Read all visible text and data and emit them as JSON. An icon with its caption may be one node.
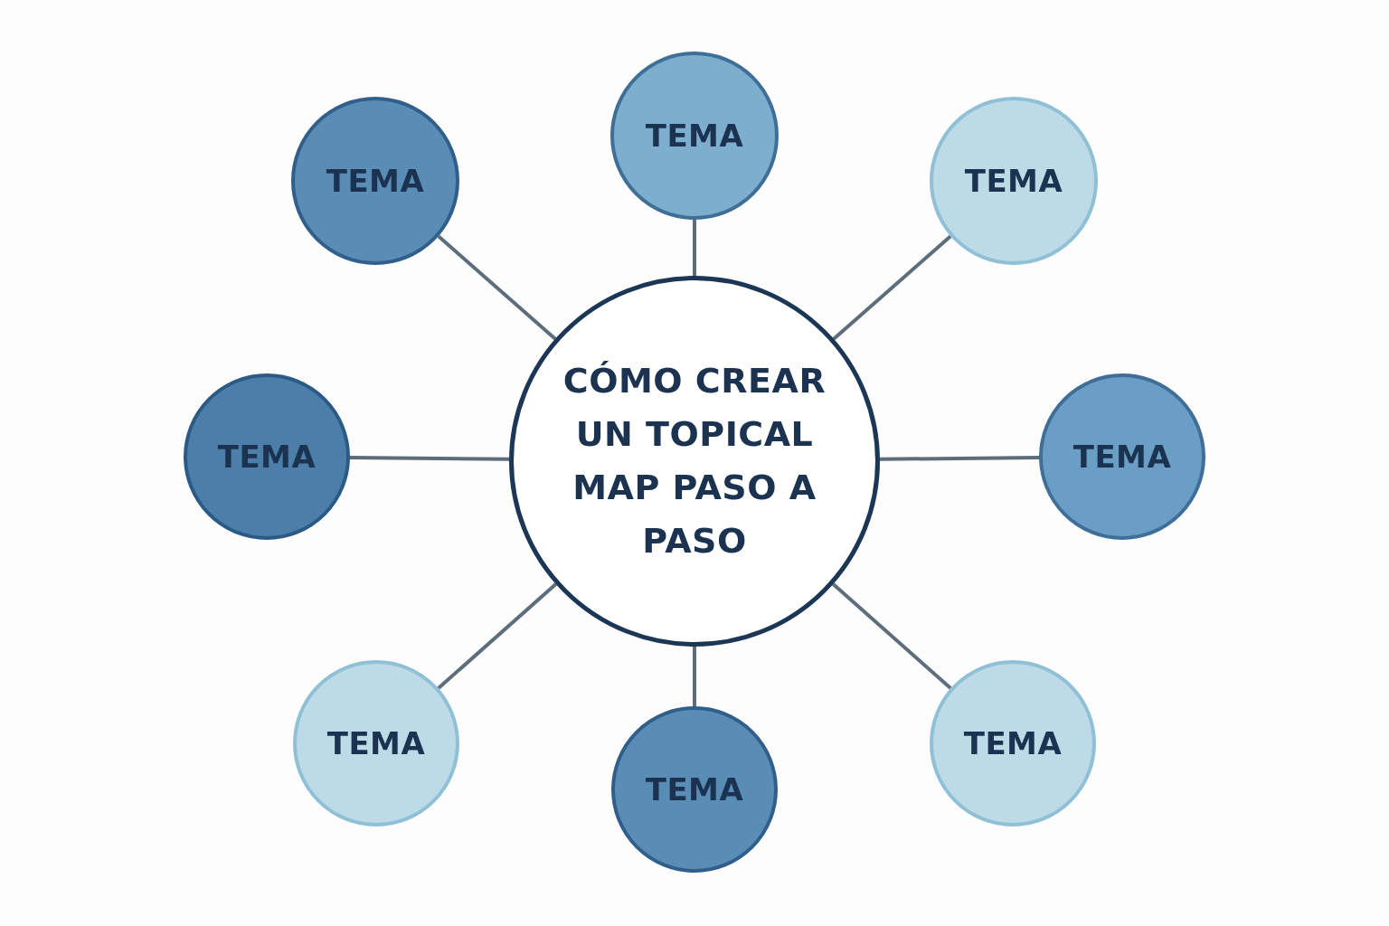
{
  "diagram": {
    "nodes": [
      {
        "text": [
          "CÓMO CREAR UN TOPICAL MAP PASO A PASO"
        ]
      },
      {
        "text": [
          "TEMA"
        ]
      },
      {
        "text": [
          "TEMA"
        ]
      },
      {
        "text": [
          "TEMA"
        ]
      },
      {
        "text": [
          "TEMA"
        ]
      },
      {
        "text": [
          "TEMA"
        ]
      },
      {
        "text": [
          "TEMA"
        ]
      },
      {
        "text": [
          "TEMA"
        ]
      },
      {
        "text": [
          "TEMA"
        ]
      }
    ],
    "edges": [
      {
        "from": 0,
        "to": 1,
        "arrow": "none"
      },
      {
        "from": 0,
        "to": 2,
        "arrow": "none"
      },
      {
        "from": 0,
        "to": 3,
        "arrow": "none"
      },
      {
        "from": 0,
        "to": 4,
        "arrow": "none"
      },
      {
        "from": 0,
        "to": 5,
        "arrow": "none"
      },
      {
        "from": 0,
        "to": 6,
        "arrow": "none"
      },
      {
        "from": 0,
        "to": 7,
        "arrow": "none"
      },
      {
        "from": 0,
        "to": 8,
        "arrow": "none"
      }
    ]
  }
}
